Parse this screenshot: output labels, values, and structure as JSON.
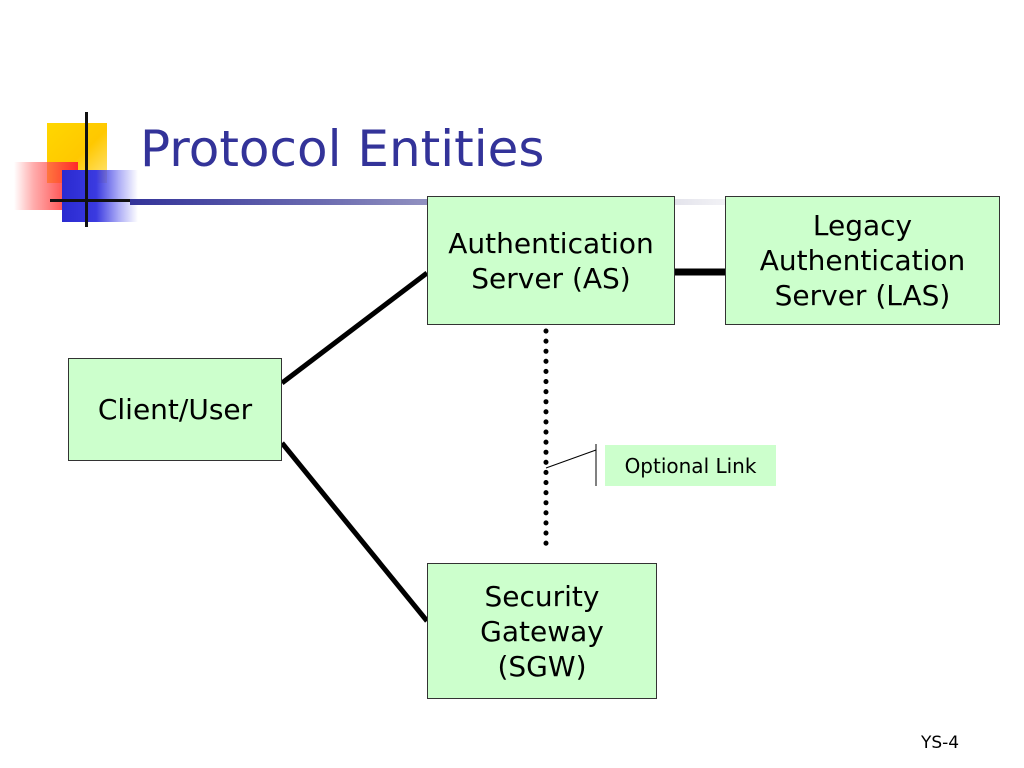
{
  "slide": {
    "title": "Protocol Entities",
    "number": "YS-4"
  },
  "entities": {
    "as": "Authentication\nServer (AS)",
    "las": "Legacy\nAuthentication\nServer (LAS)",
    "client": "Client/User",
    "sgw": "Security\nGateway\n(SGW)"
  },
  "callout": {
    "label": "Optional Link"
  },
  "colors": {
    "title": "#333399",
    "box_fill": "#ccffcc",
    "connector": "#000000"
  },
  "links": [
    {
      "from": "Client/User",
      "to": "Authentication Server (AS)",
      "style": "solid"
    },
    {
      "from": "Client/User",
      "to": "Security Gateway (SGW)",
      "style": "solid"
    },
    {
      "from": "Authentication Server (AS)",
      "to": "Legacy Authentication Server (LAS)",
      "style": "solid"
    },
    {
      "from": "Authentication Server (AS)",
      "to": "Security Gateway (SGW)",
      "style": "dotted",
      "label": "Optional Link"
    }
  ]
}
